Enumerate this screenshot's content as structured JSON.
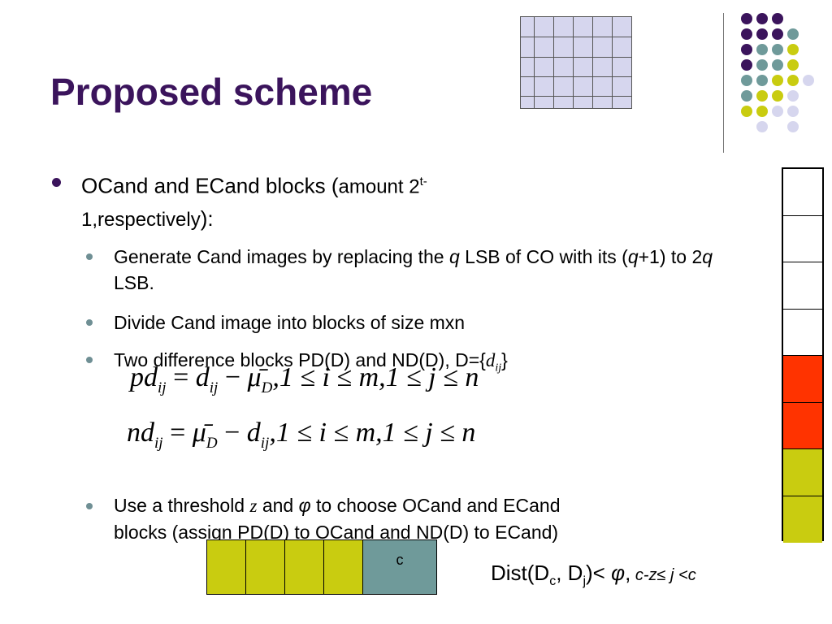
{
  "slide": {
    "title": "Proposed scheme",
    "colors": {
      "title": "#3b145c",
      "purple": "#3b145c",
      "teal": "#6f9a9a",
      "olive": "#c9cc10",
      "lavender": "#d6d6ee",
      "red": "#ff3300"
    },
    "bullets": {
      "main": {
        "text": "OCand and ECand blocks (",
        "amount_prefix": "amount 2",
        "amount_sup": "t-",
        "amount_rest": "1,respectively",
        "close": "):"
      },
      "sub1": {
        "a": "Generate Cand images by replacing the ",
        "q1": "q",
        "b": " LSB of CO with its (",
        "q2": "q",
        "c": "+1) to 2",
        "q3": "q",
        "d": " LSB."
      },
      "sub2": {
        "text": "Divide Cand image into blocks of size mxn"
      },
      "sub3": {
        "a": "Two difference blocks PD(D) and ND(D), D={",
        "d": "d",
        "sub": "ij",
        "b": "}"
      },
      "sub4": {
        "a": "Use a threshold ",
        "z": "z",
        "b": " and ",
        "phi": "φ",
        "c": " to choose OCand and ECand",
        "line2": "blocks (assign PD(D) to OCand and ND(D) to ECand)"
      }
    },
    "equations": {
      "eq1": {
        "lhs": "pd",
        "lhs_sub": "ij",
        "eq": " = ",
        "d": "d",
        "d_sub": "ij",
        "minus": " − ",
        "mu": "μ̄",
        "mu_sub": "D",
        "cond": ",1 ≤ i ≤ m,1 ≤  j ≤ n"
      },
      "eq2": {
        "lhs": "nd",
        "lhs_sub": "ij",
        "eq": " = ",
        "mu": "μ̄",
        "mu_sub": "D",
        "minus": " − ",
        "d": "d",
        "d_sub": "ij",
        "cond": ",1 ≤ i ≤ m,1 ≤  j ≤ n"
      }
    },
    "block_row_label": "c",
    "dist": {
      "a": "Dist(D",
      "sub_c": "c",
      "b": ", D",
      "sub_j": "j",
      "c": ")< ",
      "phi": "φ",
      "comma": ",",
      "range": " c-z≤ j <c"
    }
  }
}
